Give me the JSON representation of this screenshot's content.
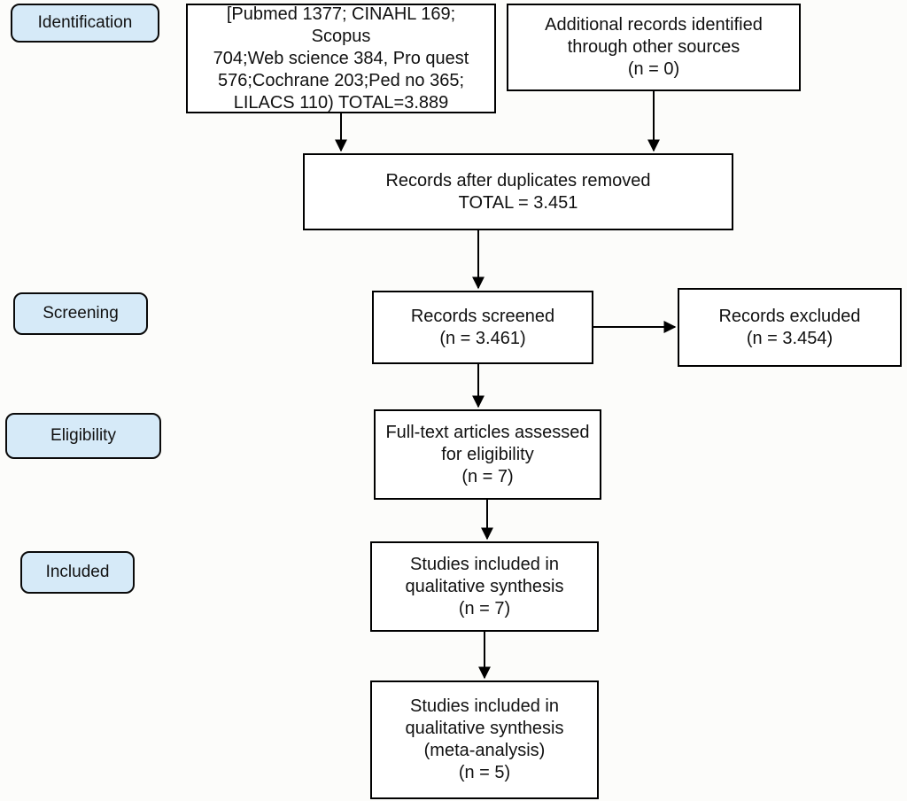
{
  "flowchart": {
    "stage_labels": [
      {
        "label": "Identification"
      },
      {
        "label": "Screening"
      },
      {
        "label": "Eligibility"
      },
      {
        "label": "Included"
      }
    ],
    "nodes": {
      "sources": {
        "text": "[Pubmed 1377; CINAHL 169; Scopus\n704;Web science 384, Pro quest\n576;Cochrane 203;Ped no 365;\nLILACS 110) TOTAL=3.889"
      },
      "additional": {
        "text": "Additional records identified\nthrough other sources\n(n = 0)"
      },
      "duplicates": {
        "text": "Records after duplicates removed\nTOTAL = 3.451"
      },
      "screened": {
        "text": "Records screened\n(n = 3.461)"
      },
      "excluded": {
        "text": "Records excluded\n(n = 3.454)"
      },
      "fulltext": {
        "text": "Full-text articles assessed\nfor eligibility\n(n = 7)"
      },
      "qualitative": {
        "text": "Studies included in\nqualitative synthesis\n(n = 7)"
      },
      "meta": {
        "text": "Studies included in\nqualitative synthesis\n(meta-analysis)\n(n = 5)"
      }
    }
  },
  "colors": {
    "background": "#fcfcfa",
    "node_fill": "#ffffff",
    "node_border": "#000000",
    "stage_fill": "#d6eaf8",
    "stage_border": "#0a0a0a",
    "arrow": "#000000",
    "text": "#111111"
  }
}
